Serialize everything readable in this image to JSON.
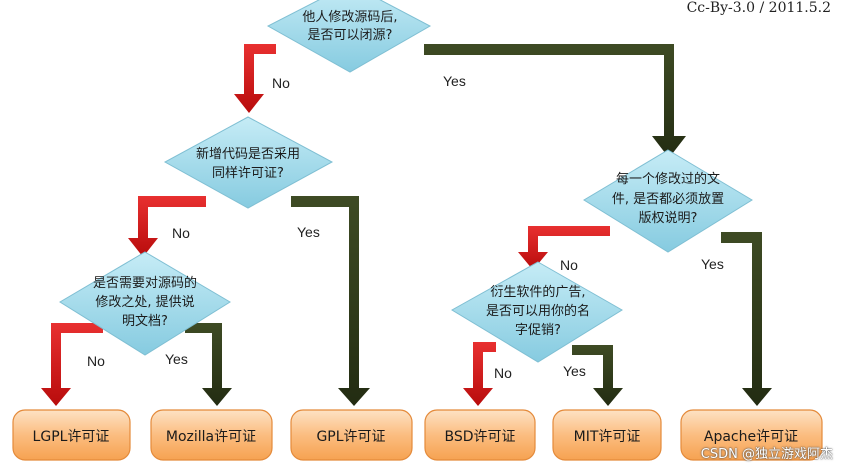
{
  "credit": "Cc-By-3.0 / 2011.5.2",
  "watermark": "CSDN @独立游戏阿杰",
  "decisions": {
    "q1": [
      "他人修改源码后,",
      "是否可以闭源?"
    ],
    "q2": [
      "新增代码是否采用",
      "同样许可证?"
    ],
    "q3": [
      "是否需要对源码的",
      "修改之处, 提供说",
      "明文档?"
    ],
    "q4": [
      "每一个修改过的文",
      "件, 是否都必须放置",
      "版权说明?"
    ],
    "q5": [
      "衍生软件的广告,",
      "是否可以用你的名",
      "字促销?"
    ]
  },
  "labels": {
    "q1_no": "No",
    "q1_yes": "Yes",
    "q2_no": "No",
    "q2_yes": "Yes",
    "q3_no": "No",
    "q3_yes": "Yes",
    "q4_no": "No",
    "q4_yes": "Yes",
    "q5_no": "No",
    "q5_yes": "Yes"
  },
  "licenses": {
    "lgpl": "LGPL许可证",
    "mozilla": "Mozilla许可证",
    "gpl": "GPL许可证",
    "bsd": "BSD许可证",
    "mit": "MIT许可证",
    "apache": "Apache许可证"
  },
  "colors": {
    "no_arrow": "#d01818",
    "yes_arrow": "#2e3a1a",
    "diamond_fill": "#a6dcea",
    "diamond_stroke": "#7fbfd3",
    "leaf_fill": "#fbb777",
    "leaf_stroke": "#e48a3a"
  }
}
